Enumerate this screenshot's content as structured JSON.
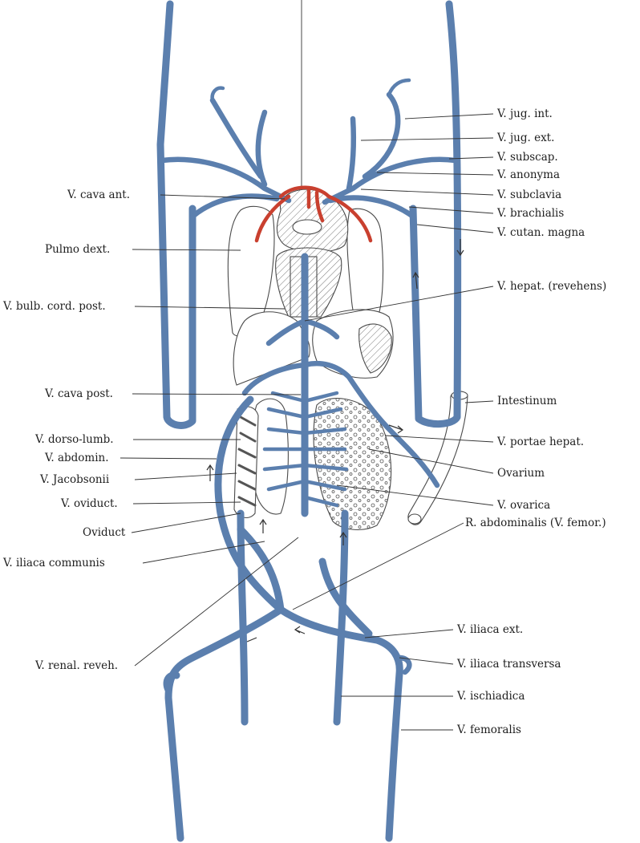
{
  "colors": {
    "vein": "#5b7fae",
    "artery": "#c9402f",
    "line": "#333333"
  },
  "labels": {
    "jug_int": "V. jug. int.",
    "jug_ext": "V. jug. ext.",
    "subscap": "V. subscap.",
    "anonyma": "V. anonyma",
    "cava_ant": "V. cava ant.",
    "subclavia": "V. subclavia",
    "brachialis": "V. brachialis",
    "pulmo_dext": "Pulmo dext.",
    "cutan_magna": "V. cutan. magna",
    "bulb_cord": "V. bulb. cord. post.",
    "hepat_revehens": "V. hepat. (revehens)",
    "cava_post": "V. cava post.",
    "intestinum": "Intestinum",
    "dorso_lumb": "V. dorso-lumb.",
    "portae_hepat": "V. portae hepat.",
    "abdomin": "V. abdomin.",
    "ovarium": "Ovarium",
    "jacobsonii": "V. Jacobsonii",
    "oviduct_v": "V. oviduct.",
    "ovarica": "V. ovarica",
    "oviduct": "Oviduct",
    "r_abdominalis": "R. abdominalis (V. femor.)",
    "iliaca_communis": "V. iliaca communis",
    "iliaca_ext": "V. iliaca ext.",
    "renal_reveh": "V. renal. reveh.",
    "iliaca_transversa": "V. iliaca transversa",
    "ischiadica": "V. ischiadica",
    "femoralis": "V. femoralis"
  }
}
